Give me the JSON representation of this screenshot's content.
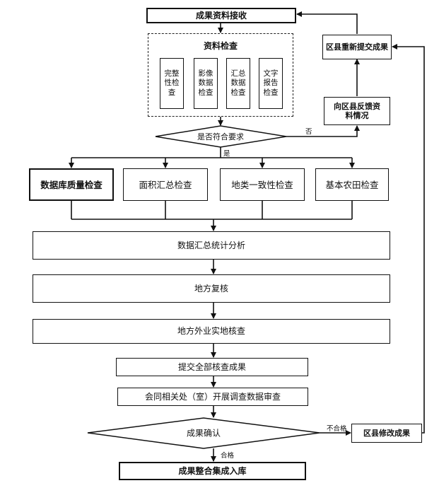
{
  "nodes": {
    "receive": "成果资料接收",
    "check_group_title": "资料检查",
    "check_items": [
      "完整性检查",
      "影像数据检查",
      "汇总数据检查",
      "文字报告检查"
    ],
    "decision1": "是否符合要求",
    "decision1_no": "否",
    "decision1_yes": "是",
    "feedback": "向区县反馈资料情况",
    "resubmit": "区县重新提交成果",
    "inspections": [
      "数据库质量检查",
      "面积汇总检查",
      "地类一致性检查",
      "基本农田检查"
    ],
    "stats": "数据汇总统计分析",
    "local_review": "地方复核",
    "field_check": "地方外业实地核查",
    "submit_all": "提交全部核查成果",
    "joint_review": "会同相关处（室）开展调查数据审查",
    "decision2": "成果确认",
    "decision2_fail": "不合格",
    "decision2_pass": "合格",
    "modify": "区县修改成果",
    "final": "成果整合集成入库"
  },
  "colors": {
    "line": "#111111",
    "box_border": "#111111",
    "background": "#ffffff"
  }
}
